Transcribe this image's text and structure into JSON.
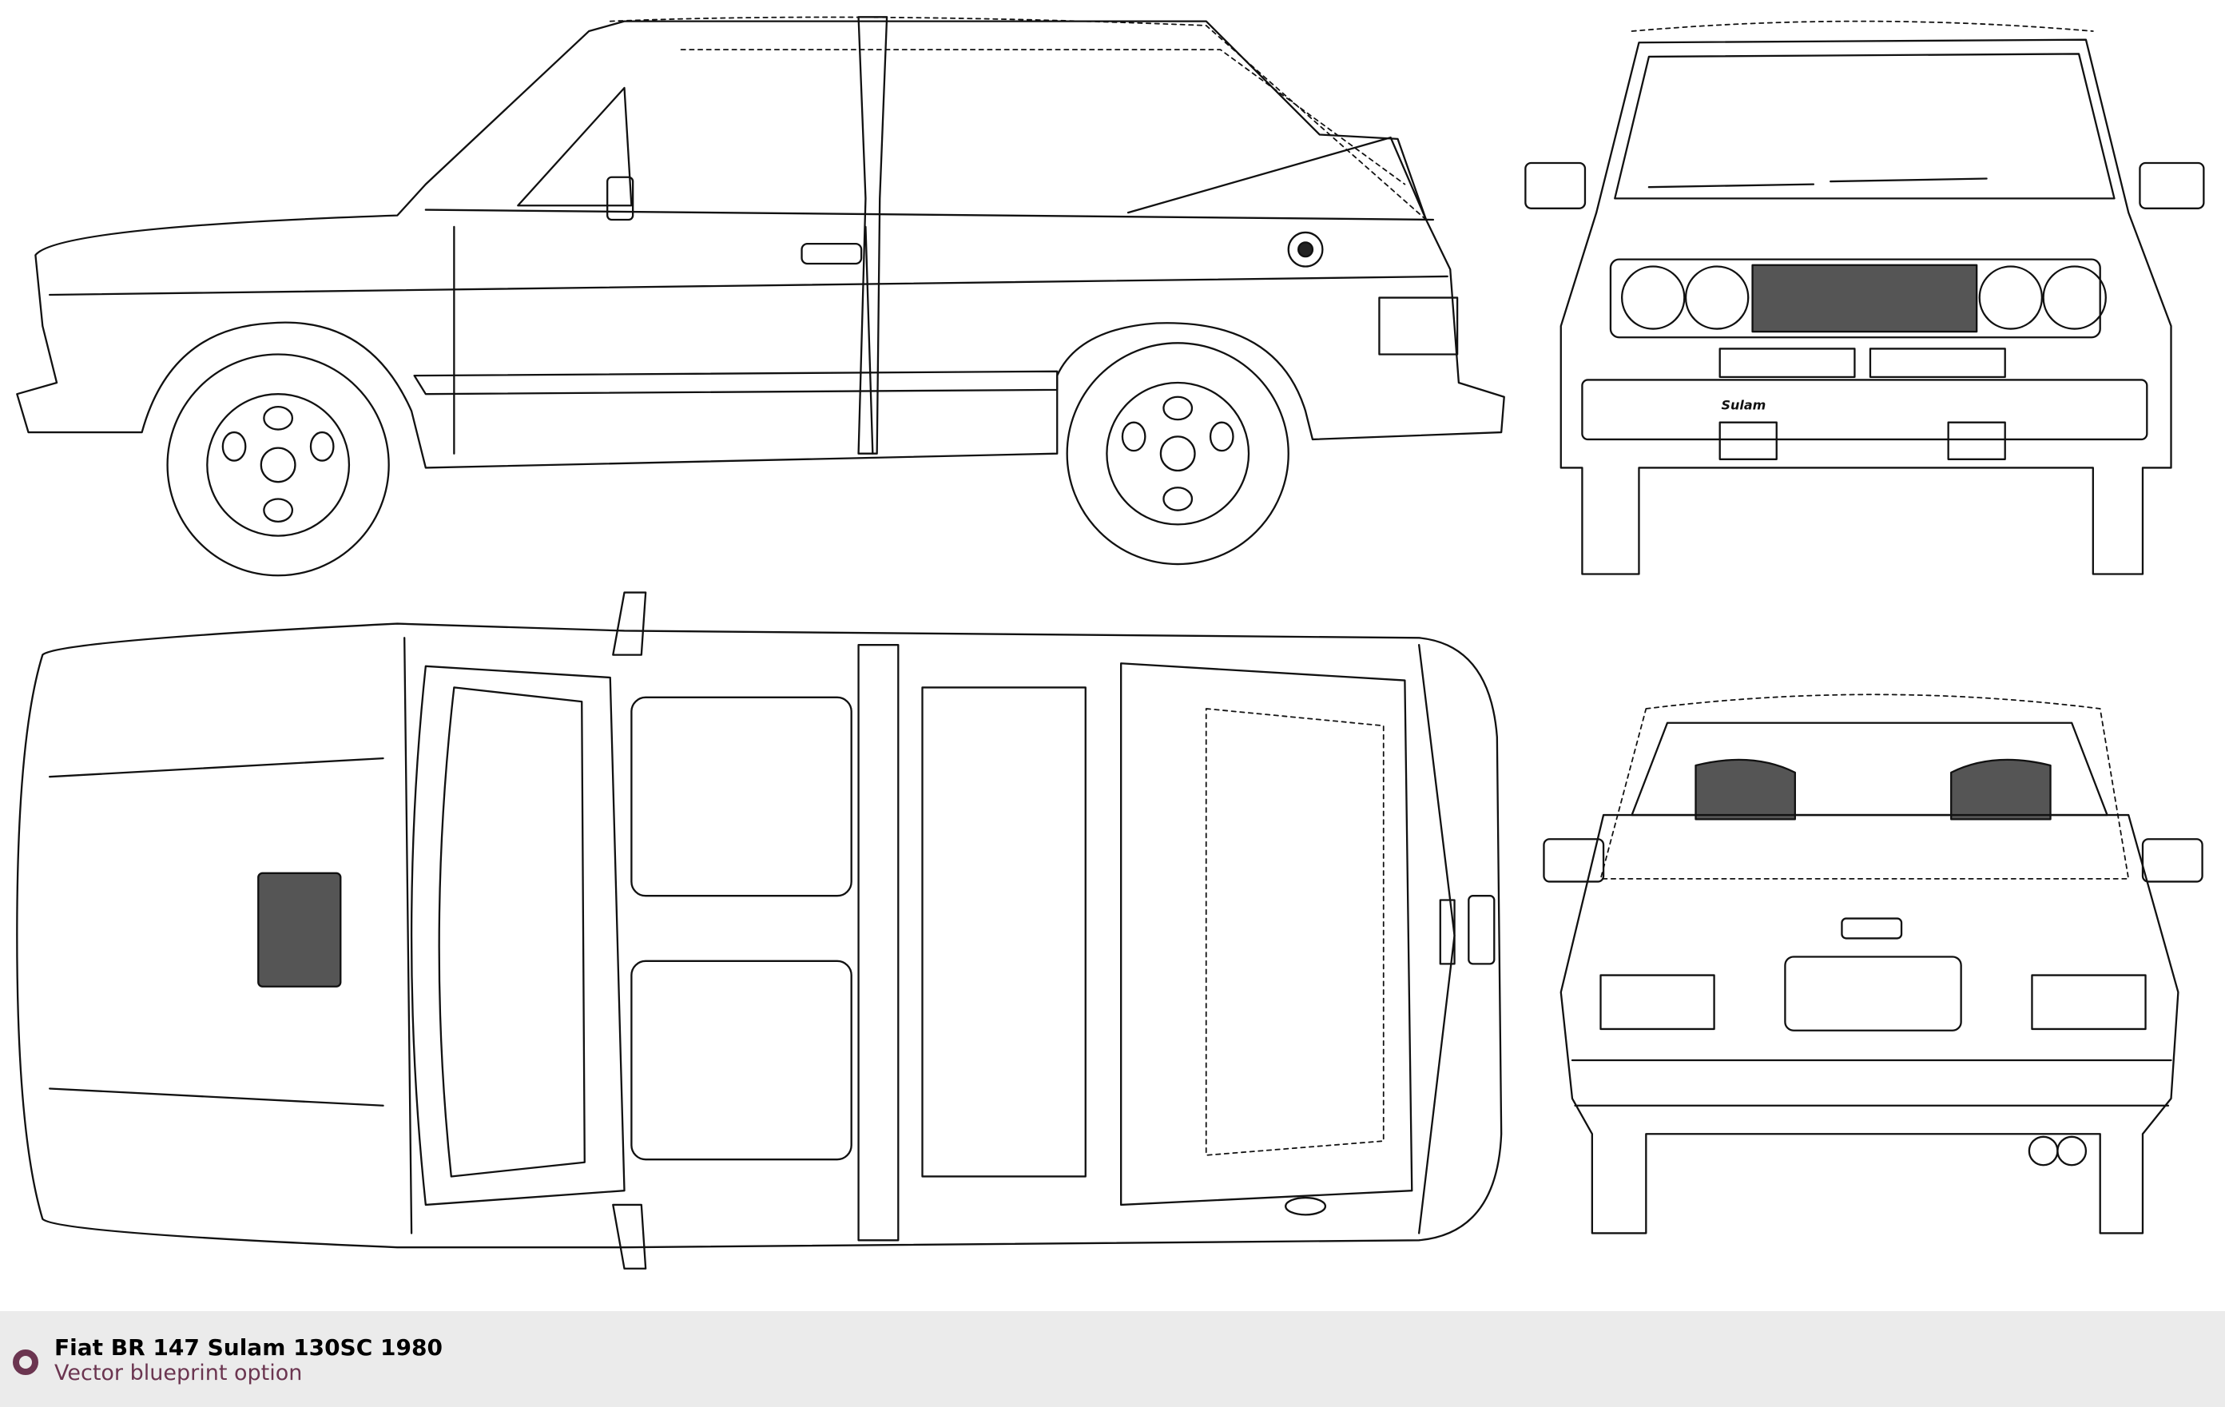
{
  "blueprint": {
    "badge_logo_text": "Sulam",
    "views": [
      "side",
      "front",
      "top",
      "rear"
    ]
  },
  "footer": {
    "title": "Fiat BR 147 Sulam 130SC 1980",
    "subtitle": "Vector blueprint option",
    "accent_color": "#6b3550",
    "background_color": "#ebebeb"
  }
}
